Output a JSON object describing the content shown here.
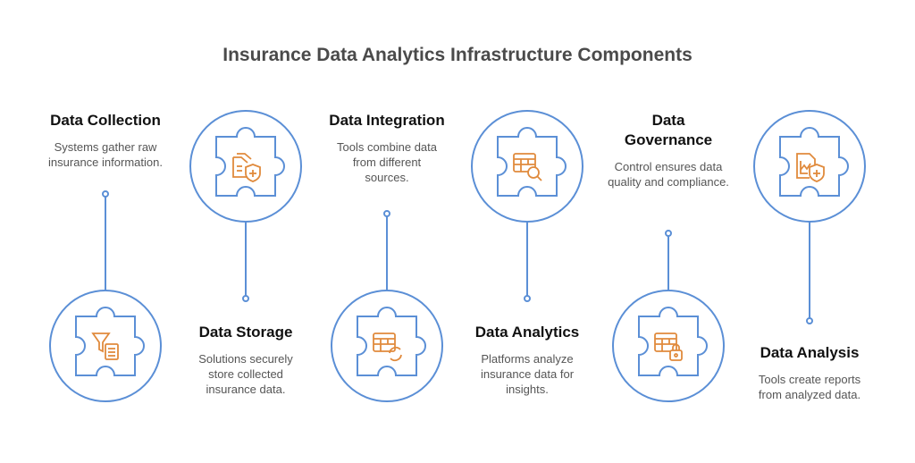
{
  "title": "Insurance Data Analytics Infrastructure Components",
  "colors": {
    "outline": "#5b8fd6",
    "icon": "#e08a3c",
    "title": "#4a4a4a",
    "heading": "#111111",
    "text": "#555555"
  },
  "components": [
    {
      "heading": "Data Collection",
      "description": "Systems gather raw insurance information.",
      "icon": "filter-document-icon"
    },
    {
      "heading": "Data Storage",
      "description": "Solutions securely store collected insurance data.",
      "icon": "document-shield-icon"
    },
    {
      "heading": "Data Integration",
      "description": "Tools combine data from different sources.",
      "icon": "table-refresh-icon"
    },
    {
      "heading": "Data Analytics",
      "description": "Platforms analyze insurance data for insights.",
      "icon": "table-search-icon"
    },
    {
      "heading": "Data Governance",
      "description": "Control ensures data quality and compliance.",
      "icon": "table-lock-icon"
    },
    {
      "heading": "Data Analysis",
      "description": "Tools create reports from analyzed data.",
      "icon": "chart-shield-icon"
    }
  ]
}
